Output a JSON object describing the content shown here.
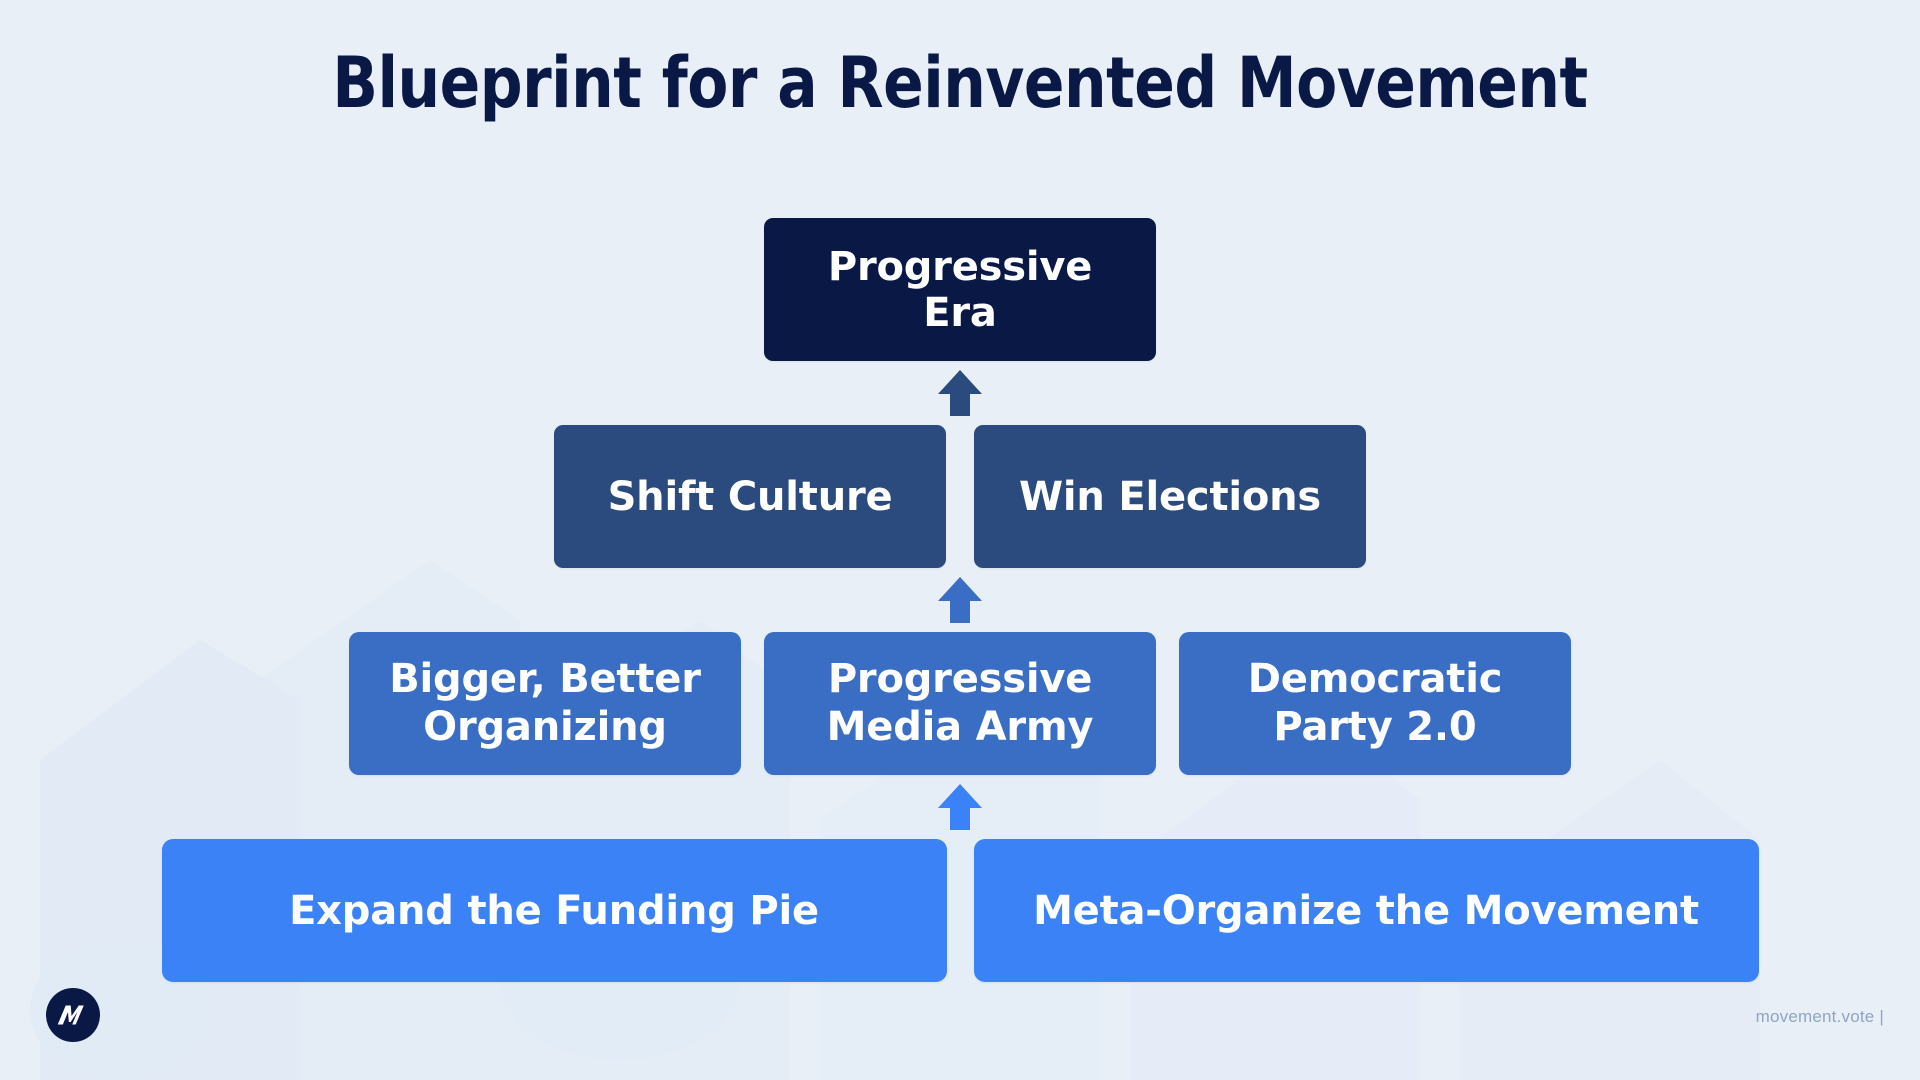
{
  "page": {
    "title": "Blueprint for a Reinvented Movement",
    "background_color": "#e8eff7"
  },
  "pyramid": {
    "tiers": [
      {
        "level": 1,
        "color": "#0a1845",
        "nodes": [
          {
            "line1": "Progressive",
            "line2": "Era"
          }
        ]
      },
      {
        "level": 2,
        "color": "#2b4a7d",
        "nodes": [
          {
            "line1": "Shift Culture",
            "line2": ""
          },
          {
            "line1": "Win Elections",
            "line2": ""
          }
        ]
      },
      {
        "level": 3,
        "color": "#3a6dc4",
        "nodes": [
          {
            "line1": "Bigger, Better",
            "line2": "Organizing"
          },
          {
            "line1": "Progressive",
            "line2": "Media Army"
          },
          {
            "line1": "Democratic",
            "line2": "Party 2.0"
          }
        ]
      },
      {
        "level": 4,
        "color": "#3b82f6",
        "nodes": [
          {
            "line1": "Expand the Funding Pie",
            "line2": ""
          },
          {
            "line1": "Meta-Organize the Movement",
            "line2": ""
          }
        ]
      }
    ],
    "arrows": [
      {
        "id": "arrow-tier2-to-tier1",
        "color": "#2b4a7d",
        "direction": "up"
      },
      {
        "id": "arrow-tier3-to-tier2",
        "color": "#3a6dc4",
        "direction": "up"
      },
      {
        "id": "arrow-tier4-to-tier3",
        "color": "#3b82f6",
        "direction": "up"
      }
    ]
  },
  "footer": {
    "logo_letter": "M",
    "logo_color": "#0a1845",
    "url": "movement.vote  |",
    "url_color": "#8fa5c4"
  }
}
